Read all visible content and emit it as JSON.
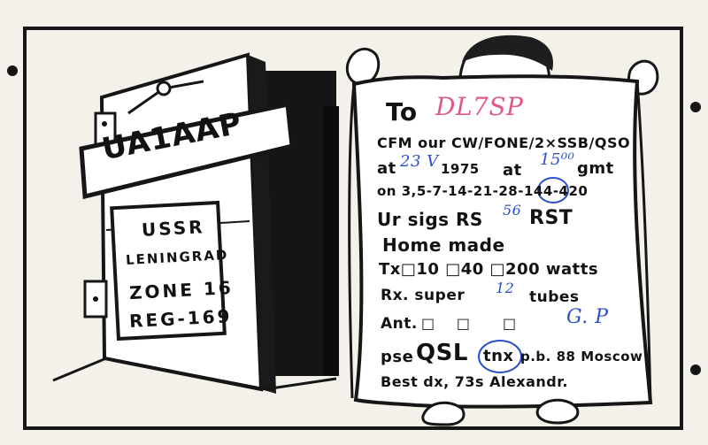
{
  "callsign": "UA1AAP",
  "door_sign": {
    "line1": "USSR",
    "line2": "LENINGRAD",
    "line3": "ZONE 16",
    "line4": "REG-169"
  },
  "scroll": {
    "to_label": "To",
    "to_value": "DL7SP",
    "confirm_line": "CFM our CW/FONE/2×SSB/QSO",
    "at_label": "at",
    "date_value": "23 V",
    "year": "1975",
    "time_label": "at",
    "time_value": "15⁰⁰",
    "gmt": "gmt",
    "bands_line": "on 3,5-7-14-21-28-144-420",
    "sigs_label": "Ur sigs RS",
    "sigs_value": "56",
    "rst_label": "RST",
    "home_made": "Home made",
    "tx_line": "Tx□10 □40 □200 watts",
    "rx_label": "Rx. super",
    "rx_value": "12",
    "rx_tubes": "tubes",
    "ant_label": "Ant.",
    "ant_value": "G. P",
    "pse": "pse",
    "qsl": "QSL",
    "tnx": "tnx",
    "via": "p.b. 88 Moscow",
    "best": "Best dx, 73s Alexandr."
  },
  "colors": {
    "ink": "#141414",
    "paper": "#f3f1ea",
    "pen_blue": "#2b4fc9",
    "pen_pink": "#e0588a"
  }
}
